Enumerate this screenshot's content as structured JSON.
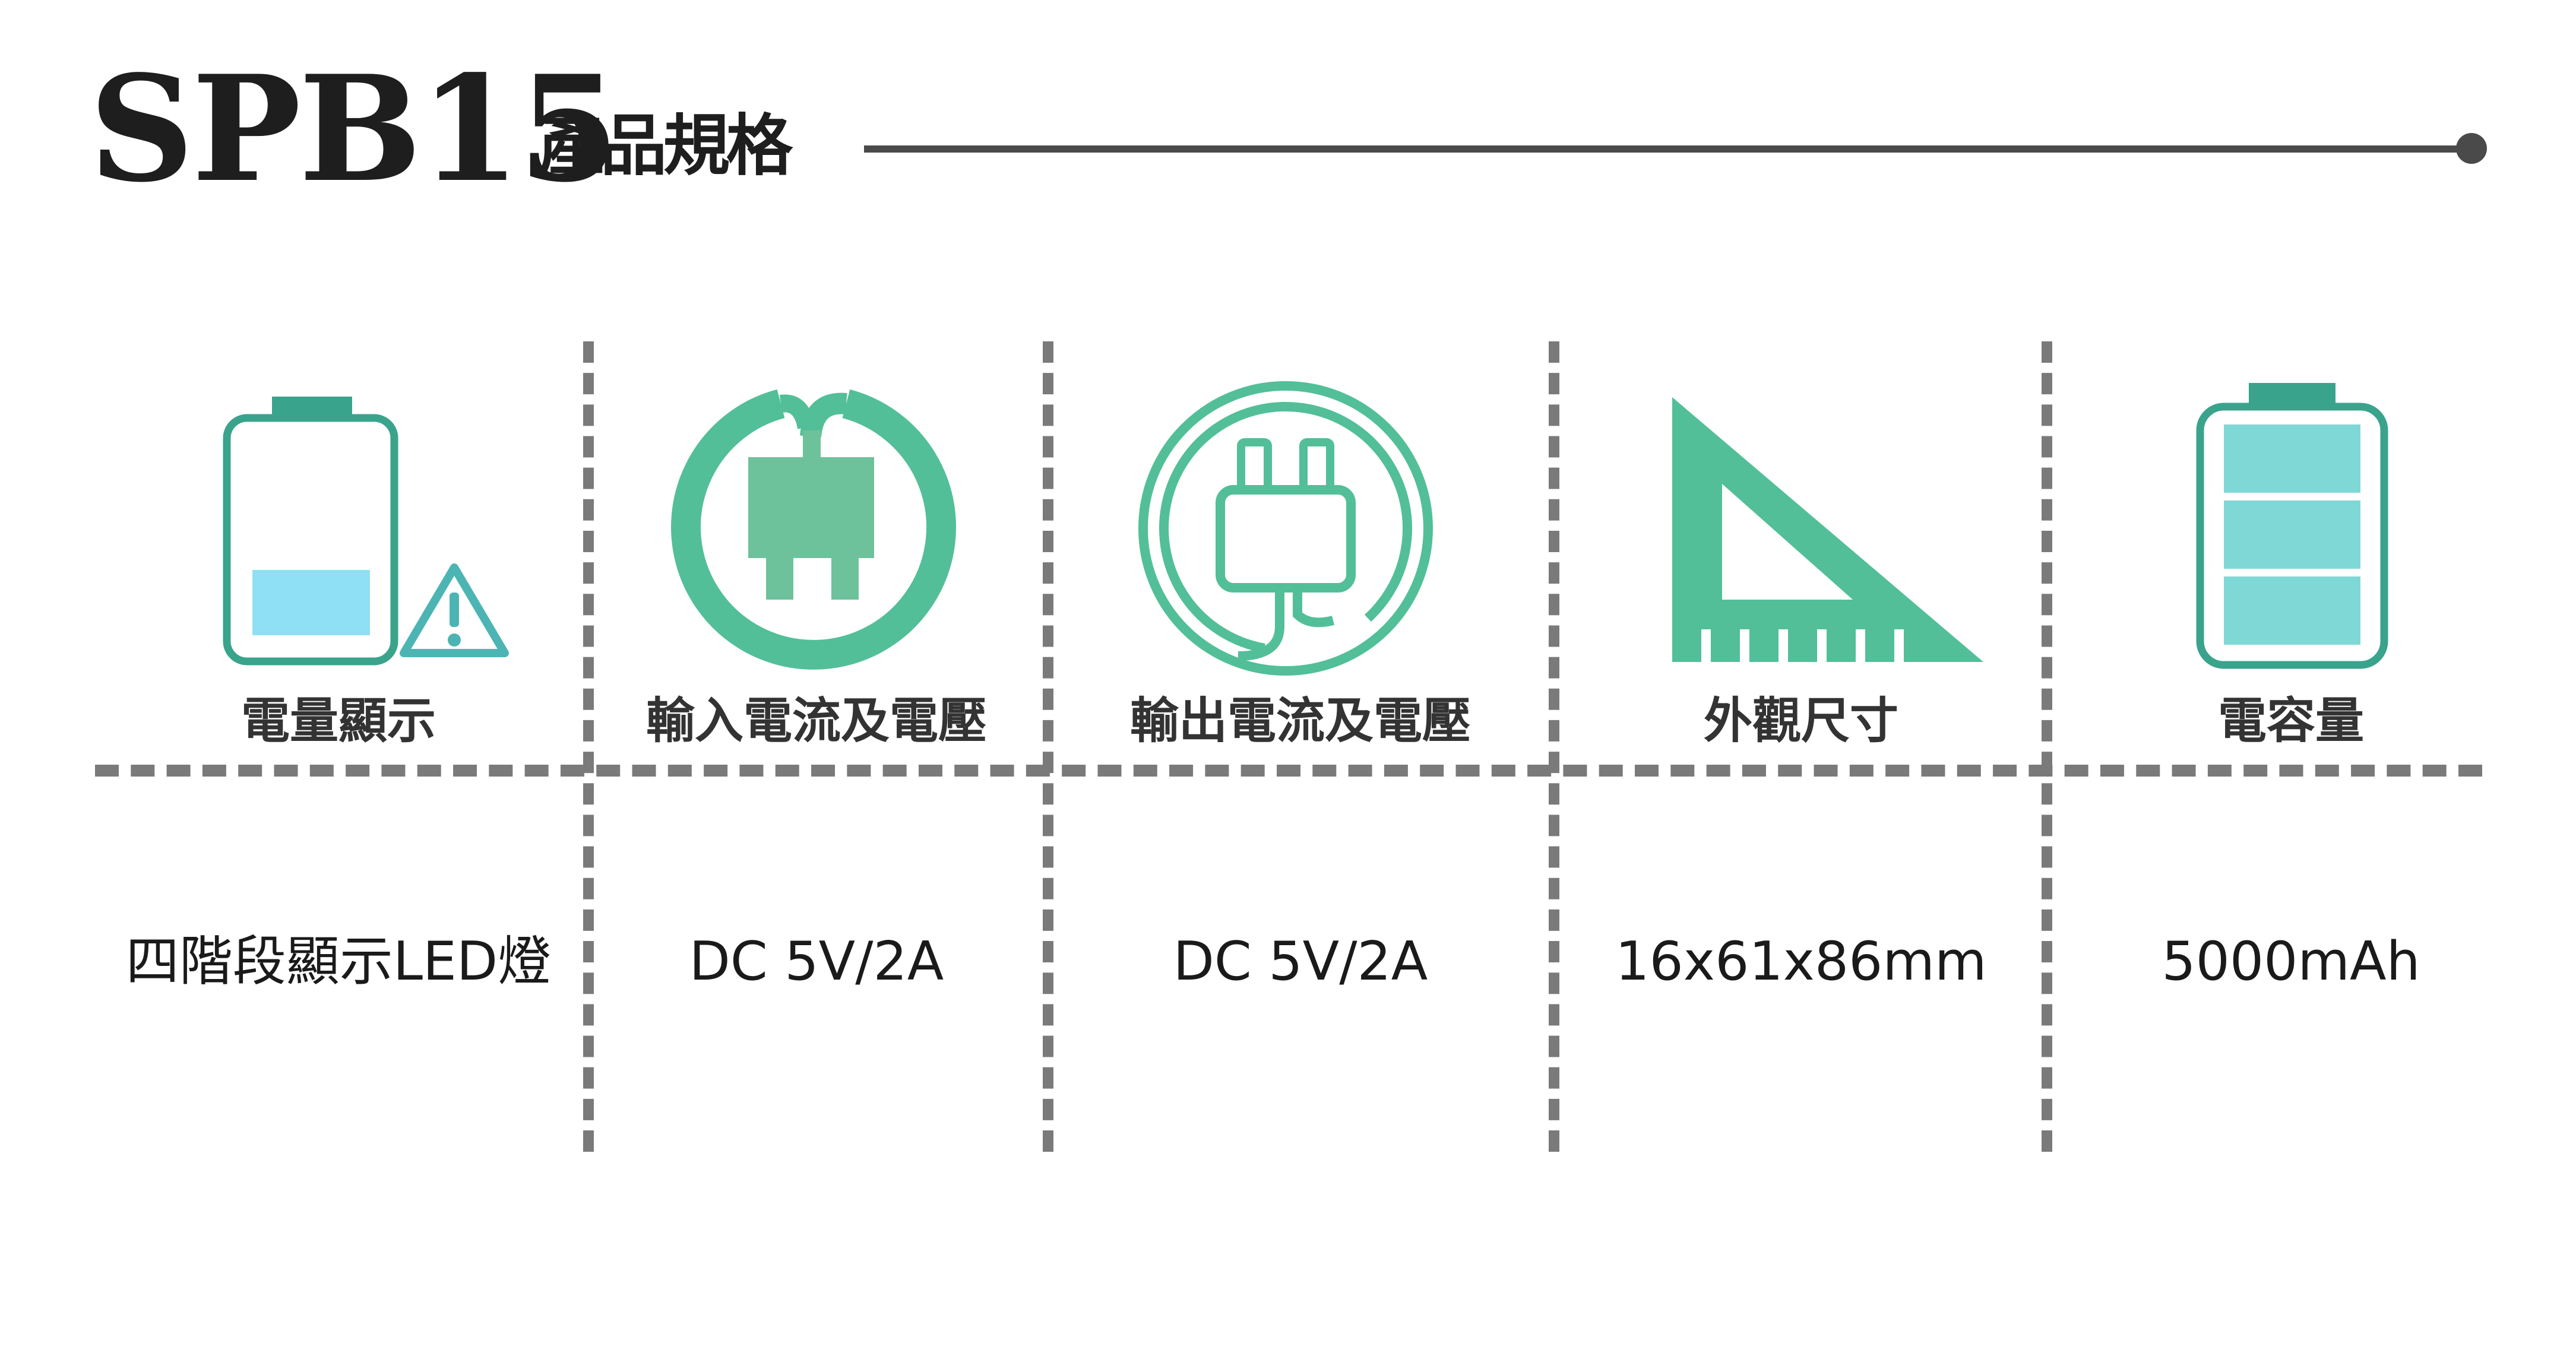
{
  "header": {
    "model": "SPB15",
    "subtitle": "產品規格"
  },
  "colors": {
    "accent_green": "#52bf99",
    "dark_teal": "#3aa38c",
    "light_blue": "#8fe0f4",
    "light_teal": "#80d8d6",
    "divider_gray": "#7a7a7a"
  },
  "specs": [
    {
      "icon": "battery-warning-icon",
      "label": "電量顯示",
      "value": "四階段顯示LED燈"
    },
    {
      "icon": "power-plug-circle-icon",
      "label": "輸入電流及電壓",
      "value": "DC 5V/2A"
    },
    {
      "icon": "plug-cable-icon",
      "label": "輸出電流及電壓",
      "value": "DC 5V/2A"
    },
    {
      "icon": "triangle-ruler-icon",
      "label": "外觀尺寸",
      "value": "16x61x86mm"
    },
    {
      "icon": "battery-full-icon",
      "label": "電容量",
      "value": "5000mAh"
    }
  ]
}
